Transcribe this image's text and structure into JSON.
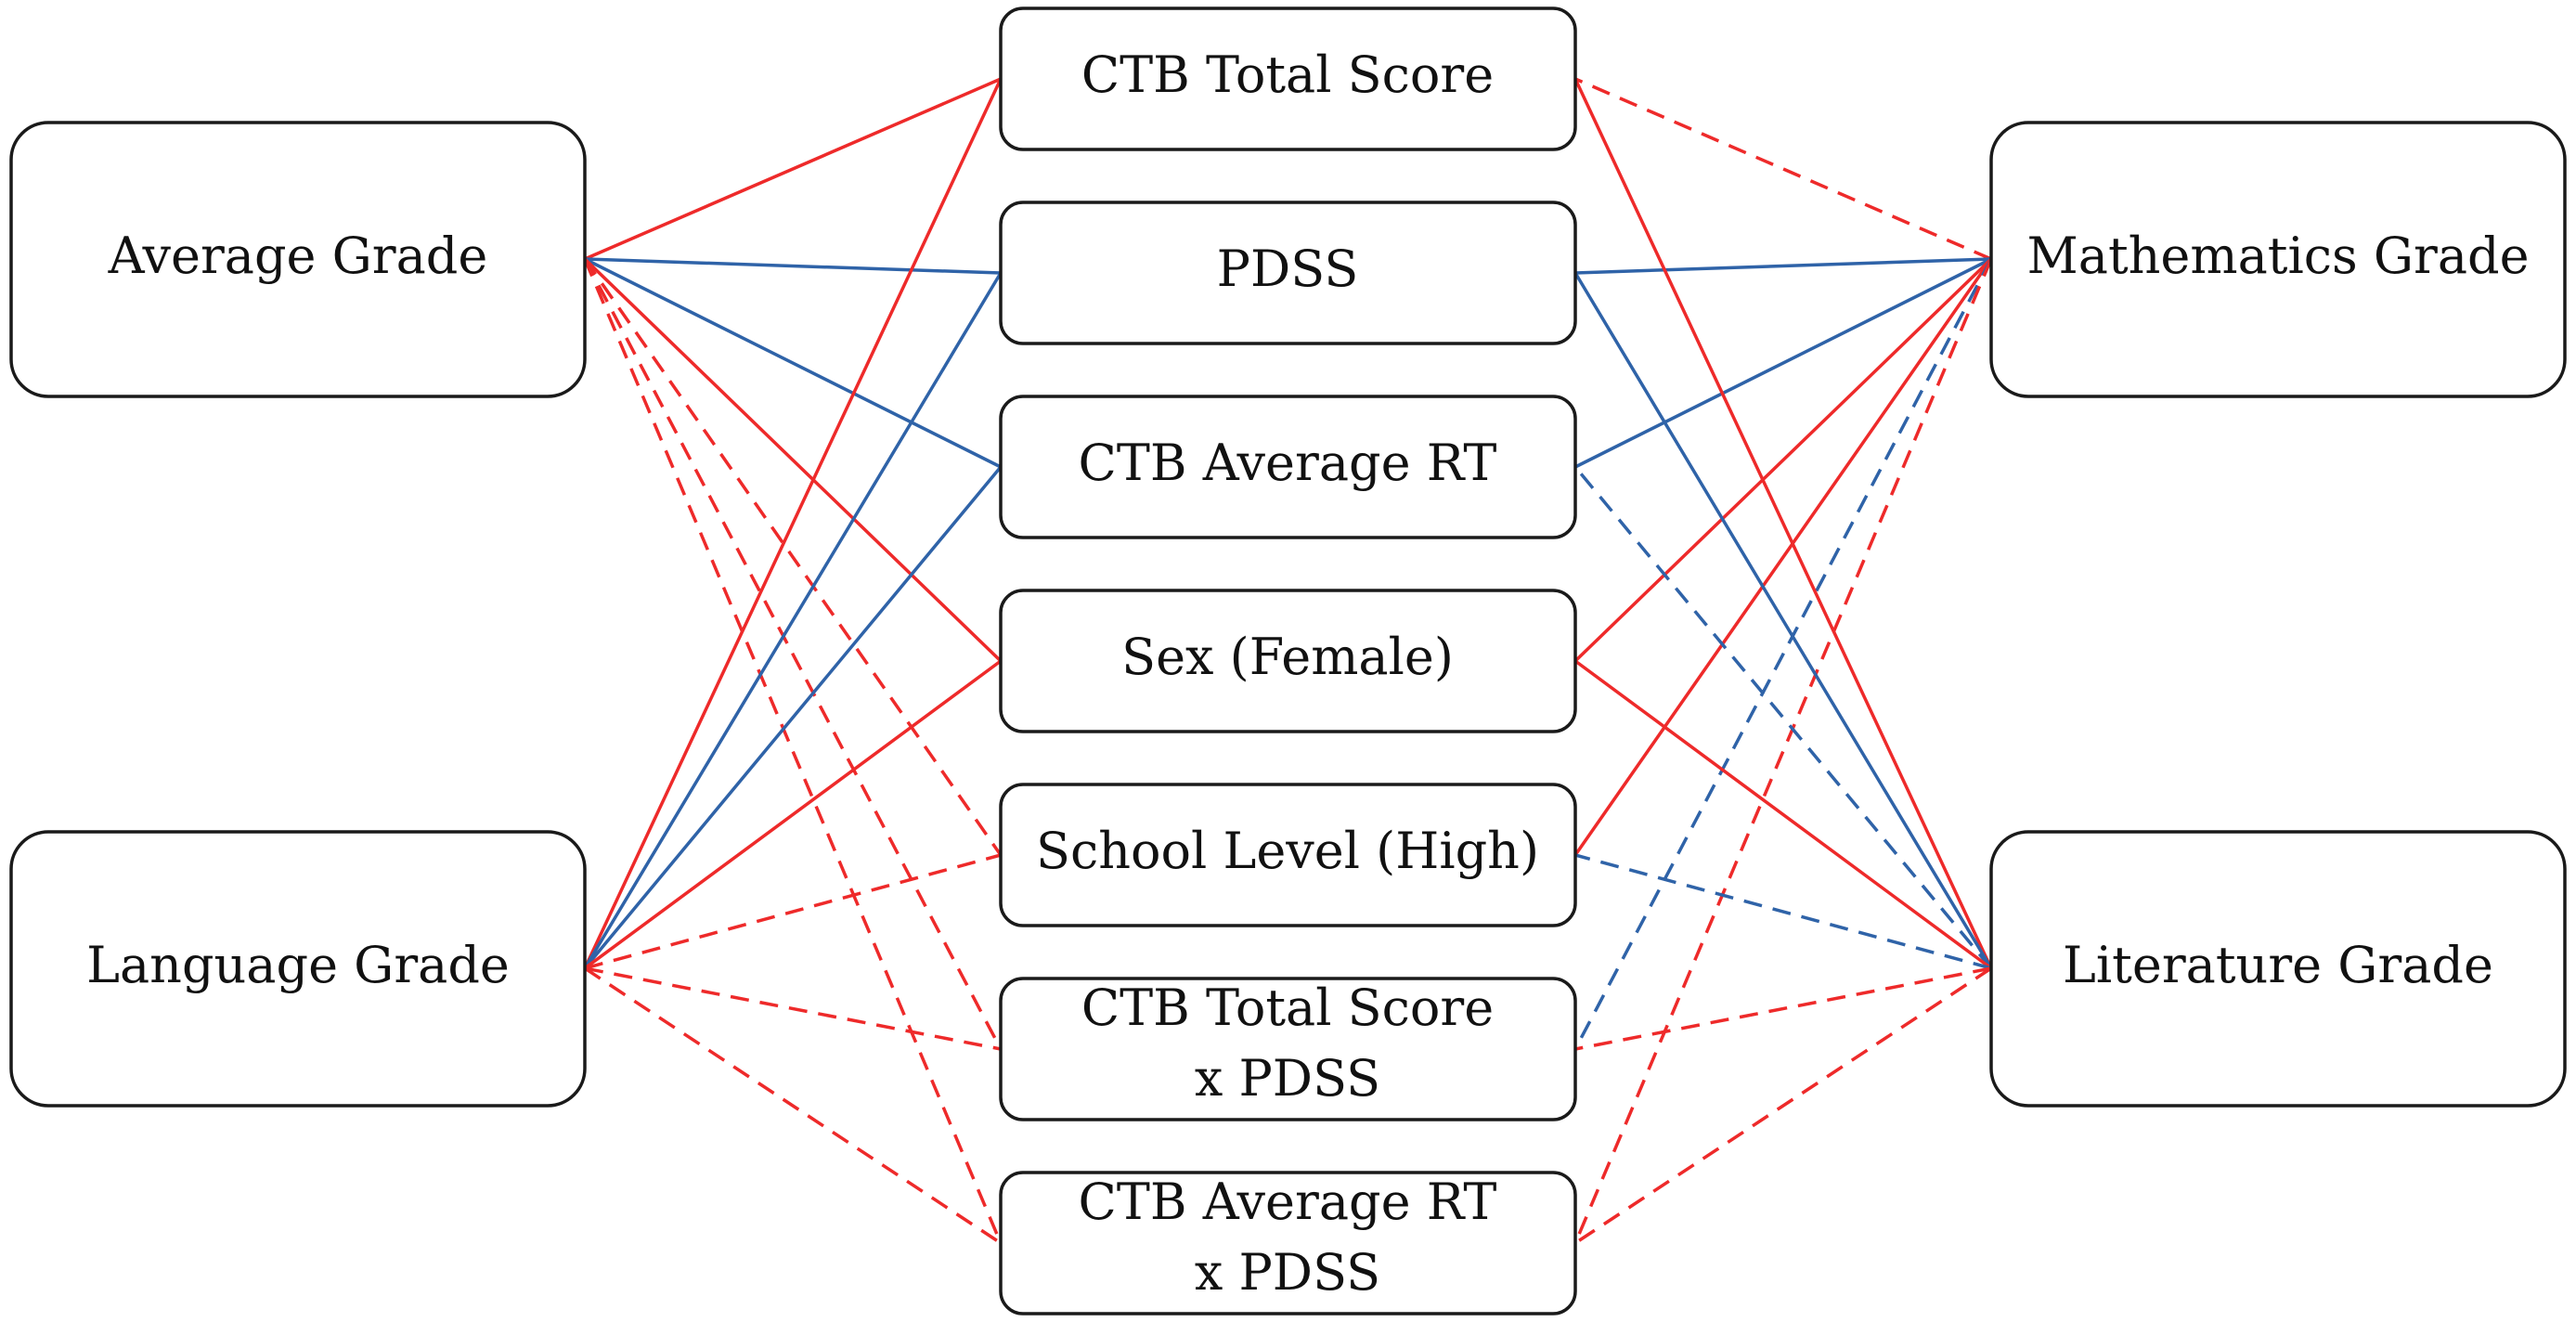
{
  "colors": {
    "red": "#ee2a2a",
    "blue": "#2f63a8"
  },
  "nodes": [
    {
      "id": "avg",
      "lines": [
        "Average Grade"
      ]
    },
    {
      "id": "lang",
      "lines": [
        "Language Grade"
      ]
    },
    {
      "id": "math",
      "lines": [
        "Mathematics Grade"
      ]
    },
    {
      "id": "lit",
      "lines": [
        "Literature Grade"
      ]
    },
    {
      "id": "ctbTotal",
      "lines": [
        "CTB Total Score"
      ]
    },
    {
      "id": "pdss",
      "lines": [
        "PDSS"
      ]
    },
    {
      "id": "ctbRT",
      "lines": [
        "CTB Average RT"
      ]
    },
    {
      "id": "sex",
      "lines": [
        "Sex (Female)"
      ]
    },
    {
      "id": "school",
      "lines": [
        "School Level (High)"
      ]
    },
    {
      "id": "totXpdss",
      "lines": [
        "CTB Total Score",
        "x PDSS"
      ]
    },
    {
      "id": "rtXpdss",
      "lines": [
        "CTB Average RT",
        "x PDSS"
      ]
    }
  ],
  "edges": [
    {
      "from": "avg",
      "to": "ctbTotal",
      "color": "red",
      "style": "solid"
    },
    {
      "from": "avg",
      "to": "pdss",
      "color": "blue",
      "style": "solid"
    },
    {
      "from": "avg",
      "to": "ctbRT",
      "color": "blue",
      "style": "solid"
    },
    {
      "from": "avg",
      "to": "sex",
      "color": "red",
      "style": "solid"
    },
    {
      "from": "avg",
      "to": "school",
      "color": "red",
      "style": "dashed"
    },
    {
      "from": "avg",
      "to": "totXpdss",
      "color": "red",
      "style": "dashed"
    },
    {
      "from": "avg",
      "to": "rtXpdss",
      "color": "red",
      "style": "dashed"
    },
    {
      "from": "lang",
      "to": "ctbTotal",
      "color": "red",
      "style": "solid"
    },
    {
      "from": "lang",
      "to": "pdss",
      "color": "blue",
      "style": "solid"
    },
    {
      "from": "lang",
      "to": "ctbRT",
      "color": "blue",
      "style": "solid"
    },
    {
      "from": "lang",
      "to": "sex",
      "color": "red",
      "style": "solid"
    },
    {
      "from": "lang",
      "to": "school",
      "color": "red",
      "style": "dashed"
    },
    {
      "from": "lang",
      "to": "totXpdss",
      "color": "red",
      "style": "dashed"
    },
    {
      "from": "lang",
      "to": "rtXpdss",
      "color": "red",
      "style": "dashed"
    },
    {
      "from": "math",
      "to": "ctbTotal",
      "color": "red",
      "style": "dashed"
    },
    {
      "from": "math",
      "to": "pdss",
      "color": "blue",
      "style": "solid"
    },
    {
      "from": "math",
      "to": "ctbRT",
      "color": "blue",
      "style": "solid"
    },
    {
      "from": "math",
      "to": "sex",
      "color": "red",
      "style": "solid"
    },
    {
      "from": "math",
      "to": "school",
      "color": "red",
      "style": "solid"
    },
    {
      "from": "math",
      "to": "totXpdss",
      "color": "blue",
      "style": "dashed"
    },
    {
      "from": "math",
      "to": "rtXpdss",
      "color": "red",
      "style": "dashed"
    },
    {
      "from": "lit",
      "to": "ctbTotal",
      "color": "red",
      "style": "solid"
    },
    {
      "from": "lit",
      "to": "pdss",
      "color": "blue",
      "style": "solid"
    },
    {
      "from": "lit",
      "to": "ctbRT",
      "color": "blue",
      "style": "dashed"
    },
    {
      "from": "lit",
      "to": "sex",
      "color": "red",
      "style": "solid"
    },
    {
      "from": "lit",
      "to": "school",
      "color": "blue",
      "style": "dashed"
    },
    {
      "from": "lit",
      "to": "totXpdss",
      "color": "red",
      "style": "dashed"
    },
    {
      "from": "lit",
      "to": "rtXpdss",
      "color": "red",
      "style": "dashed"
    }
  ]
}
